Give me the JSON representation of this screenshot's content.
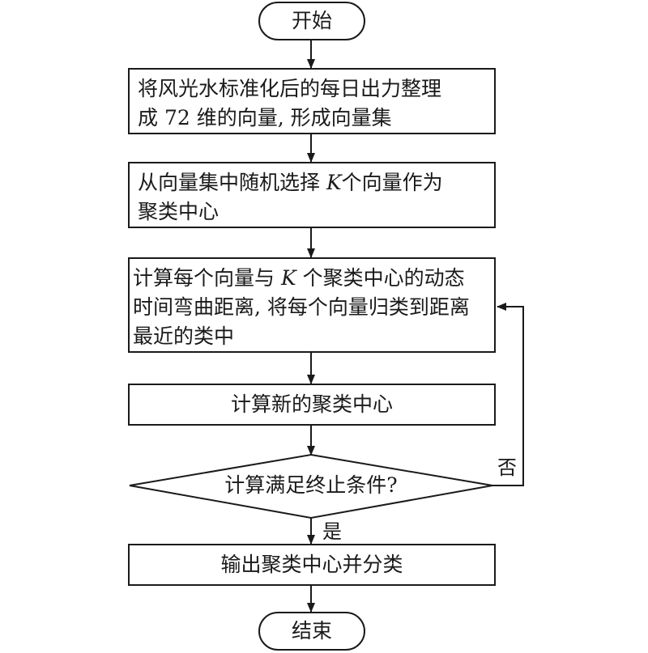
{
  "flowchart": {
    "start": "开始",
    "step1": {
      "line1": "将风光水标准化后的每日出力整理",
      "line2": "成 72 维的向量, 形成向量集"
    },
    "step2": {
      "line1_pre": "从向量集中随机选择 ",
      "line1_k": "K",
      "line1_post": "个向量作为",
      "line2": "聚类中心"
    },
    "step3": {
      "line1_pre": "计算每个向量与 ",
      "line1_k": "K",
      "line1_post": " 个聚类中心的动态",
      "line2": "时间弯曲距离, 将每个向量归类到距离",
      "line3": "最近的类中"
    },
    "step4": "计算新的聚类中心",
    "decision": "计算满足终止条件?",
    "label_no": "否",
    "label_yes": "是",
    "step5": "输出聚类中心并分类",
    "end": "结束"
  }
}
